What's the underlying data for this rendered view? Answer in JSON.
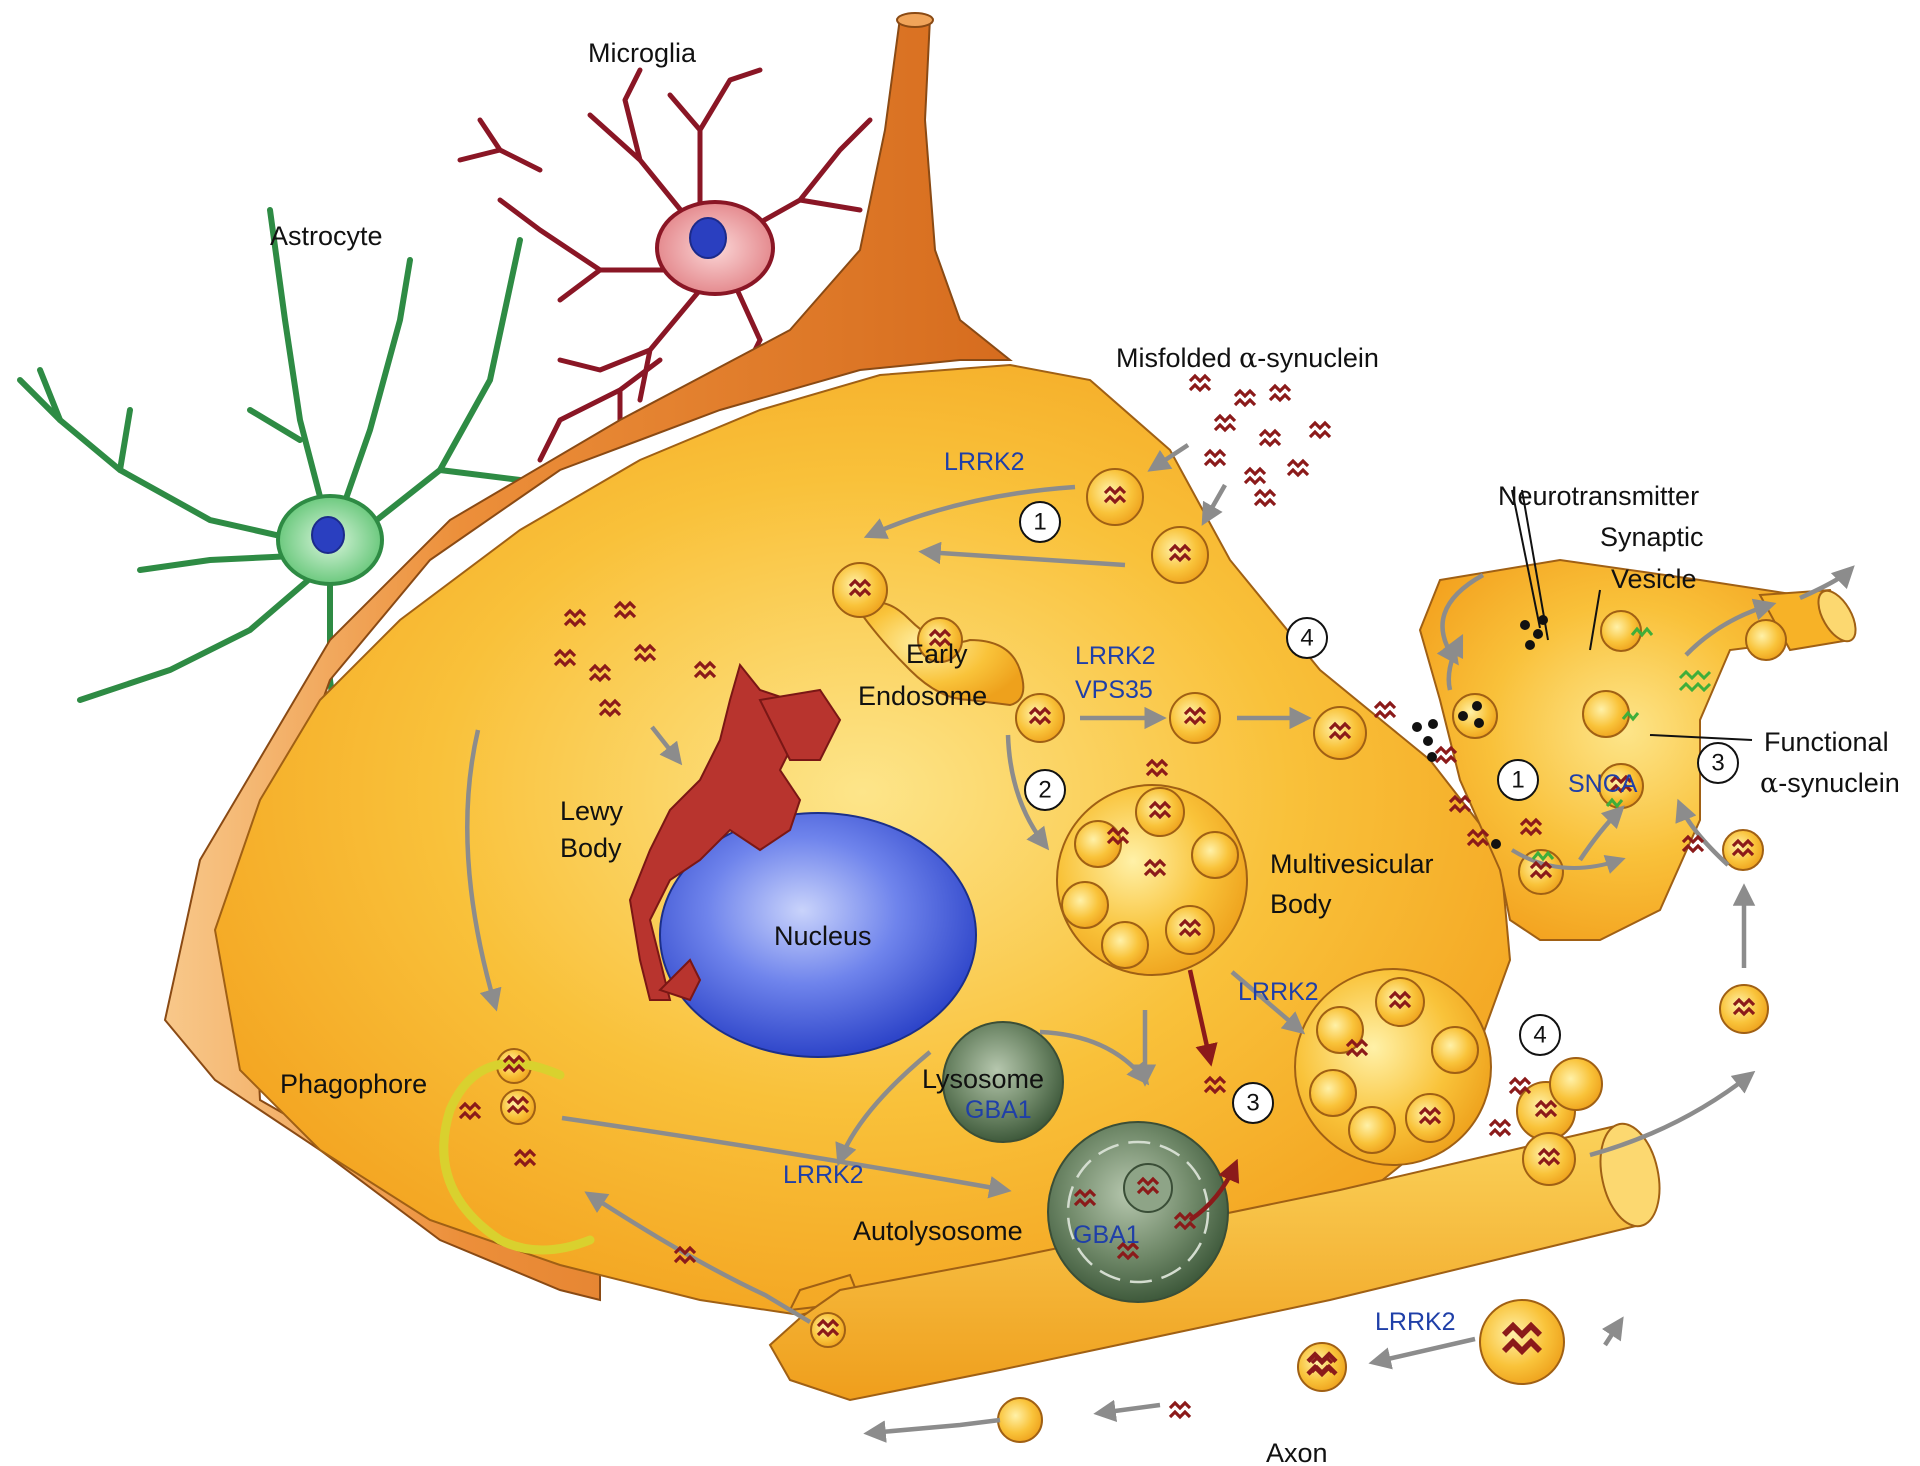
{
  "labels": {
    "microglia": "Microglia",
    "astrocyte": "Astrocyte",
    "misfolded_prefix": "Misfolded ",
    "misfolded_alpha": "α",
    "misfolded_suffix": "-synuclein",
    "neurotransmitter": "Neurotransmitter",
    "synaptic_1": "Synaptic",
    "synaptic_2": "Vesicle",
    "functional_1": "Functional",
    "functional_alpha": "α",
    "functional_suffix": "-synuclein",
    "early_1": "Early",
    "early_2": "Endosome",
    "lewy_1": "Lewy",
    "lewy_2": "Body",
    "nucleus": "Nucleus",
    "mvb_1": "Multivesicular",
    "mvb_2": "Body",
    "phagophore": "Phagophore",
    "lysosome": "Lysosome",
    "autolysosome": "Autolysosome",
    "axon": "Axon"
  },
  "genes": {
    "lrrk2_top": "LRRK2",
    "lrrk2_mid": "LRRK2",
    "vps35": "VPS35",
    "snca": "SNCA",
    "lrrk2_mvb": "LRRK2",
    "gba1_lyso": "GBA1",
    "lrrk2_low": "LRRK2",
    "gba1_auto": "GBA1",
    "lrrk2_axon": "LRRK2"
  },
  "steps": {
    "s1_soma": "1",
    "s4_soma": "4",
    "s2": "2",
    "s1_syn": "1",
    "s3_syn": "3",
    "s4_mvb": "4",
    "s3_auto": "3"
  },
  "colors": {
    "cell_body": "#f7b227",
    "cell_outer": "#e87e22",
    "protein": "#8b1a1a",
    "gene_text": "#1f3fa8",
    "astrocyte": "#3aa65a",
    "microglia": "#9b1b2a",
    "nucleus": "#3a55d8",
    "lewy_body": "#b8342e",
    "arrow": "#8c8c8c",
    "functional_synuclein": "#3fae3a"
  },
  "icons": {
    "protein": "misfolded-alpha-synuclein-zigzag-icon",
    "functional": "functional-alpha-synuclein-icon"
  }
}
